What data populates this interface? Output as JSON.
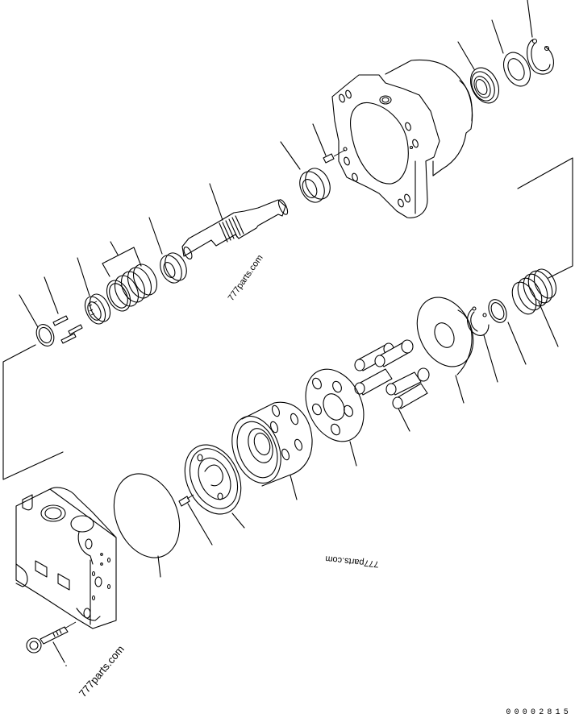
{
  "diagram": {
    "type": "exploded-parts-view",
    "subject": "hydraulic motor / pump assembly",
    "line_color": "#000000",
    "background": "#ffffff"
  },
  "watermarks": [
    {
      "id": "wm-1",
      "text": "777parts.com",
      "rotation": -55
    },
    {
      "id": "wm-2",
      "text": "777parts.com",
      "rotation": 185
    },
    {
      "id": "wm-3",
      "text": "777parts.com",
      "rotation": -50
    }
  ],
  "document_number": "00002815",
  "parts": [
    {
      "id": "snap-ring-top",
      "label": "snap ring"
    },
    {
      "id": "washer-top",
      "label": "washer"
    },
    {
      "id": "oil-seal",
      "label": "oil seal"
    },
    {
      "id": "housing",
      "label": "housing (case)"
    },
    {
      "id": "dowel-pin-housing",
      "label": "dowel pin"
    },
    {
      "id": "bearing-front",
      "label": "ball bearing"
    },
    {
      "id": "shaft",
      "label": "drive shaft"
    },
    {
      "id": "bearing-rear",
      "label": "bearing"
    },
    {
      "id": "spring-set",
      "label": "spring set"
    },
    {
      "id": "needle-bearing",
      "label": "needle bearing"
    },
    {
      "id": "pins",
      "label": "pins"
    },
    {
      "id": "ring-left",
      "label": "ring"
    },
    {
      "id": "spring-right",
      "label": "spring"
    },
    {
      "id": "ring-right",
      "label": "ring"
    },
    {
      "id": "snap-ring-right",
      "label": "snap ring"
    },
    {
      "id": "swash-plate",
      "label": "shoe plate"
    },
    {
      "id": "pistons",
      "label": "piston assembly"
    },
    {
      "id": "retainer-plate",
      "label": "retainer plate"
    },
    {
      "id": "cylinder-block",
      "label": "cylinder block"
    },
    {
      "id": "valve-plate",
      "label": "valve plate"
    },
    {
      "id": "pin-valve",
      "label": "pin"
    },
    {
      "id": "o-ring",
      "label": "O-ring"
    },
    {
      "id": "end-cover",
      "label": "end cover (valve block)"
    },
    {
      "id": "bolt",
      "label": "bolt"
    }
  ]
}
